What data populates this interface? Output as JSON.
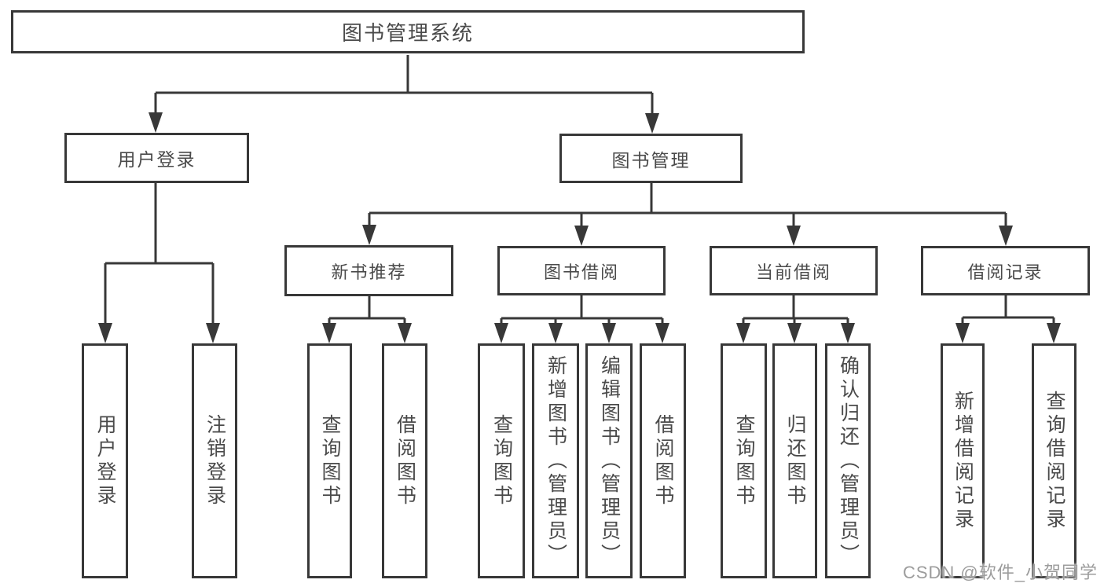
{
  "tree": {
    "root": "图书管理系统",
    "branches": [
      {
        "label": "用户登录",
        "children": [
          "用户登录",
          "注销登录"
        ]
      },
      {
        "label": "图书管理",
        "groups": [
          {
            "label": "新书推荐",
            "children": [
              "查询图书",
              "借阅图书"
            ]
          },
          {
            "label": "图书借阅",
            "children": [
              "查询图书",
              "新增图书（管理员）",
              "编辑图书（管理员）",
              "借阅图书"
            ]
          },
          {
            "label": "当前借阅",
            "children": [
              "查询图书",
              "归还图书",
              "确认归还（管理员）"
            ]
          },
          {
            "label": "借阅记录",
            "children": [
              "新增借阅记录",
              "查询借阅记录"
            ]
          }
        ]
      }
    ]
  },
  "watermark": {
    "text": "CSDN @软件_小贺同学"
  },
  "colors": {
    "line": "#383838",
    "box_border": "#383838",
    "text": "#4a4a4a",
    "watermark": "#9c9c9c",
    "background": "#ffffff"
  }
}
